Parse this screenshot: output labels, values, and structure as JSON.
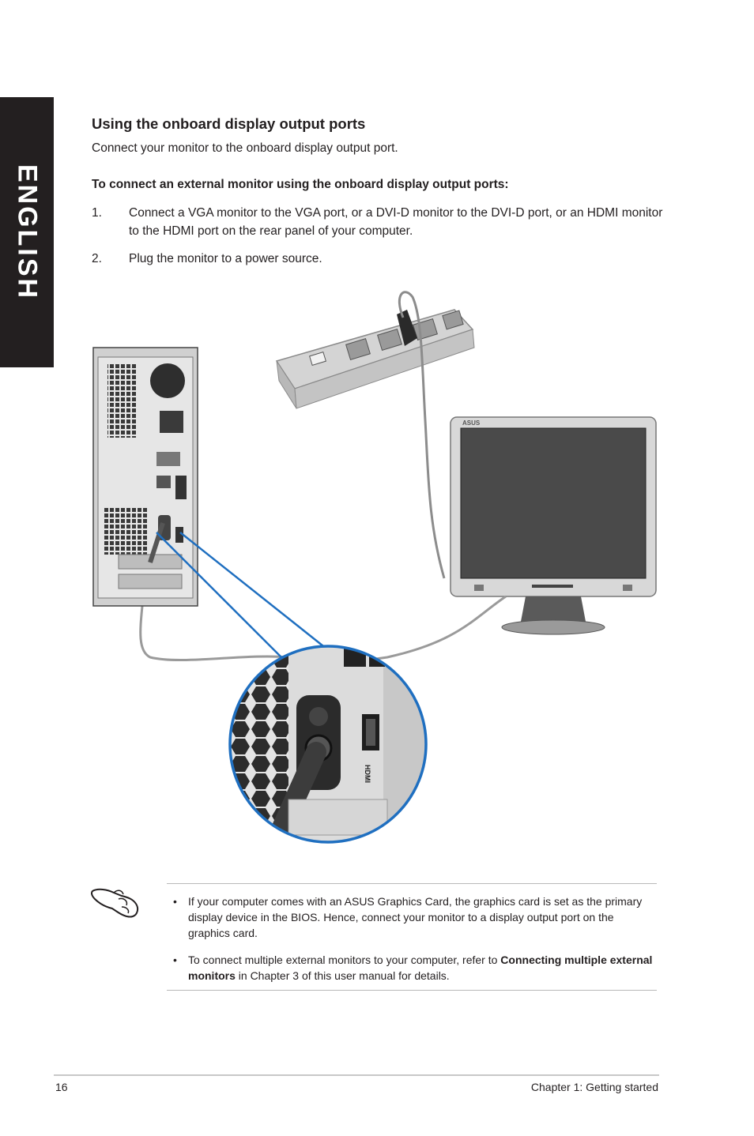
{
  "side_tab": {
    "label": "ENGLISH"
  },
  "section": {
    "heading": "Using the onboard display output ports",
    "intro": "Connect your monitor to the onboard display output port.",
    "subheading": "To connect an external monitor using the onboard display output ports:",
    "steps": [
      {
        "number": "1.",
        "text": "Connect a VGA monitor to the VGA port, or a DVI-D monitor to the DVI-D port, or an HDMI monitor to the HDMI port on the rear panel of your computer."
      },
      {
        "number": "2.",
        "text": "Plug the monitor to a power source."
      }
    ]
  },
  "figure": {
    "monitor_brand": "ASUS",
    "port_label": "HDMI"
  },
  "note": {
    "bullet": "•",
    "items": [
      {
        "text": "If your computer comes with an ASUS Graphics Card, the graphics card is set as the primary display device in the BIOS. Hence, connect your monitor to a display output port on the graphics card."
      },
      {
        "text_before": "To connect multiple external monitors to your computer, refer to ",
        "bold": "Connecting multiple external monitors",
        "text_after": " in Chapter 3 of this user manual for details."
      }
    ]
  },
  "footer": {
    "page_number": "16",
    "chapter": "Chapter 1: Getting started"
  },
  "colors": {
    "tab_background": "#231f20",
    "callout_blue": "#1f6fc0"
  }
}
